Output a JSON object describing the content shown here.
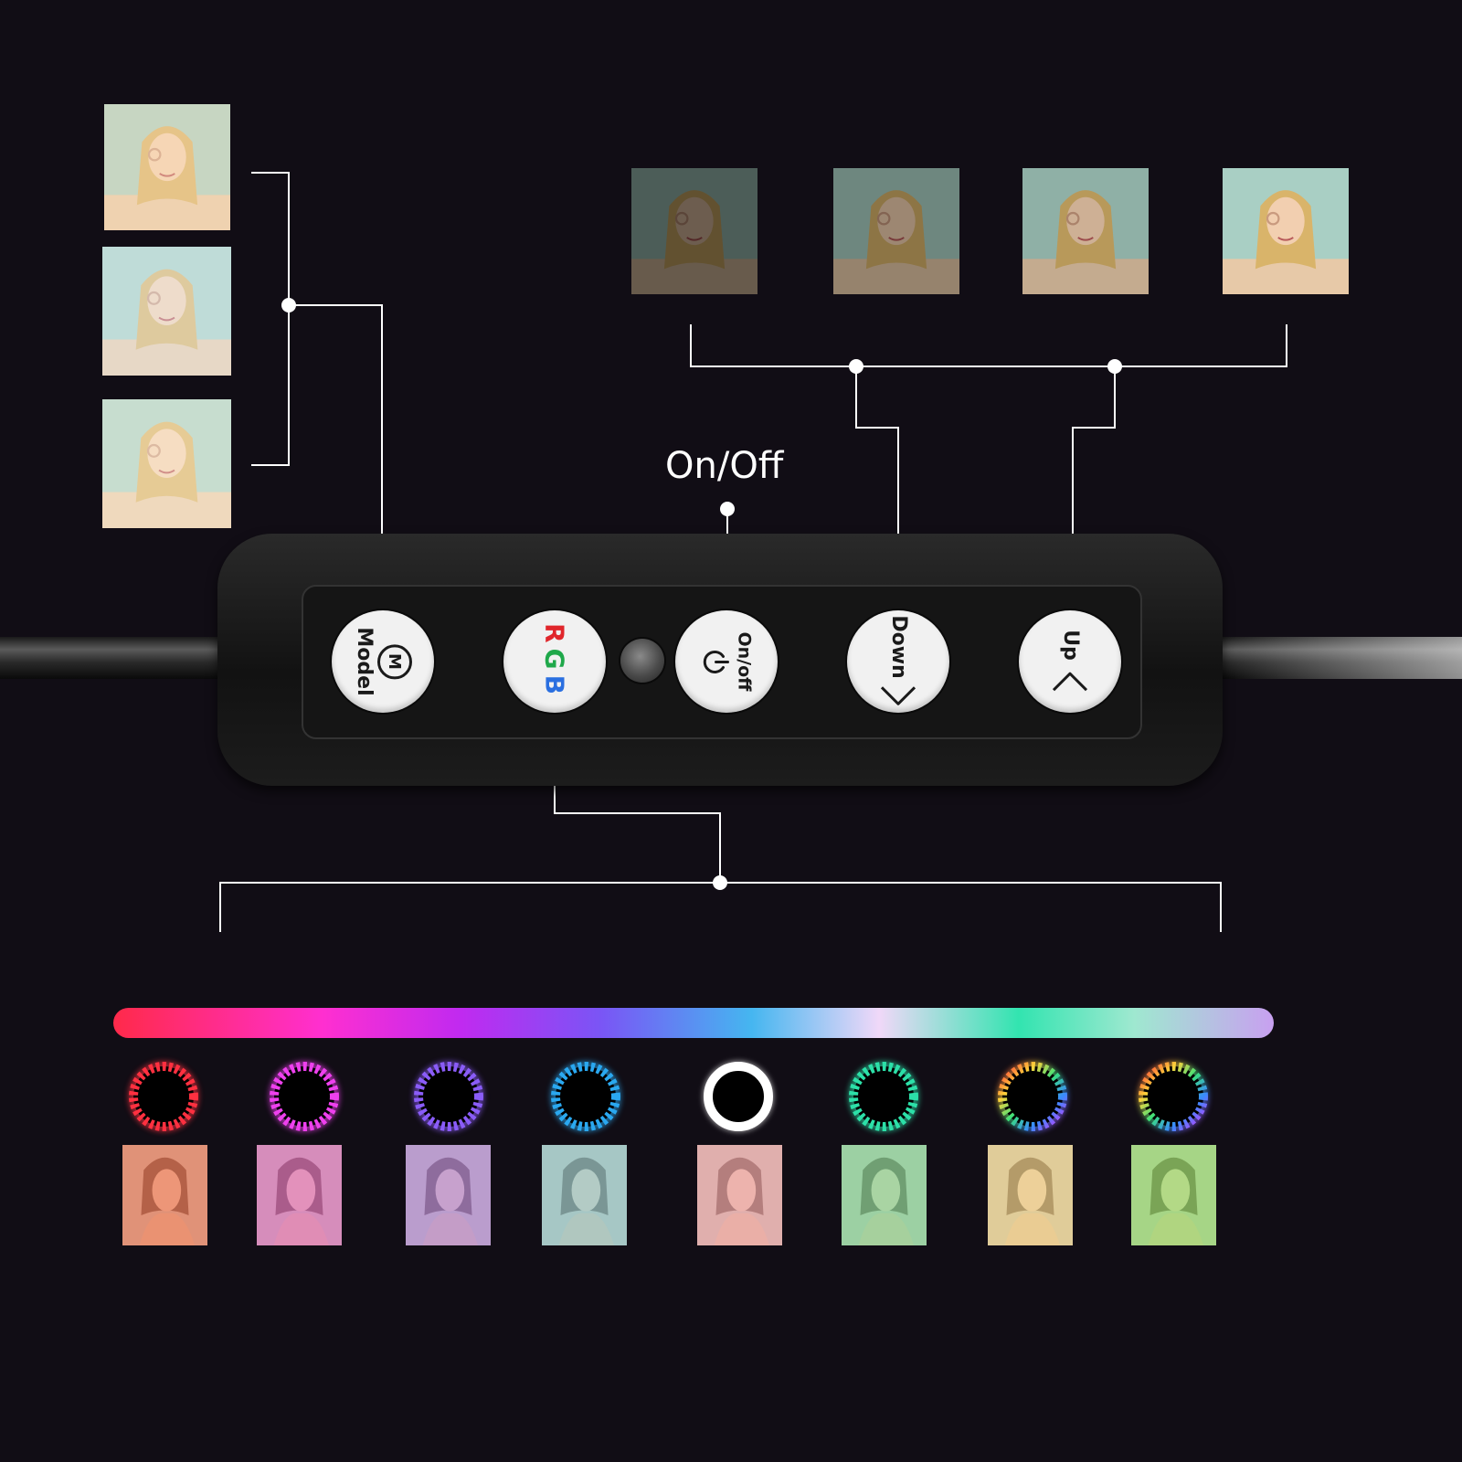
{
  "remote": {
    "buttons": {
      "model": {
        "icon_letter": "M",
        "label": "Model",
        "icon": "m-circle-icon"
      },
      "rgb": {
        "letters": [
          "R",
          "G",
          "B"
        ]
      },
      "power": {
        "label": "On/off",
        "icon": "power-icon"
      },
      "down": {
        "label": "Down",
        "icon": "chevron-down-icon"
      },
      "up": {
        "label": "Up",
        "icon": "chevron-up-icon"
      }
    },
    "ir_sensor": "ir-sensor-icon"
  },
  "callouts": {
    "power": "On/Off"
  },
  "colors": {
    "background": "#110d15",
    "rgb_r": "#e0262b",
    "rgb_g": "#1fa84a",
    "rgb_b": "#2a6fe0",
    "lines": "#ffffff"
  },
  "color_modes": [
    {
      "ring": "#ff3040",
      "tint": "#f07858"
    },
    {
      "ring": "#ee40ee",
      "tint": "#e070c8"
    },
    {
      "ring": "#8a5cf8",
      "tint": "#b08ae6"
    },
    {
      "ring": "#2aa8f0",
      "tint": "#8fd0d8"
    },
    {
      "ring": "#ffffff",
      "tint": "#f0a8b0"
    },
    {
      "ring": "#2ce0a8",
      "tint": "#7ee0a0"
    },
    {
      "ring": "rainbow",
      "tint": "#f0d890"
    },
    {
      "ring": "rainbow",
      "tint": "#90e870"
    }
  ],
  "brightness_levels": [
    0.45,
    0.65,
    0.85,
    1.0
  ],
  "light_modes": [
    {
      "tint": "#ffe3bf"
    },
    {
      "tint": "#e8f4ff"
    },
    {
      "tint": "#fff6e6"
    }
  ]
}
